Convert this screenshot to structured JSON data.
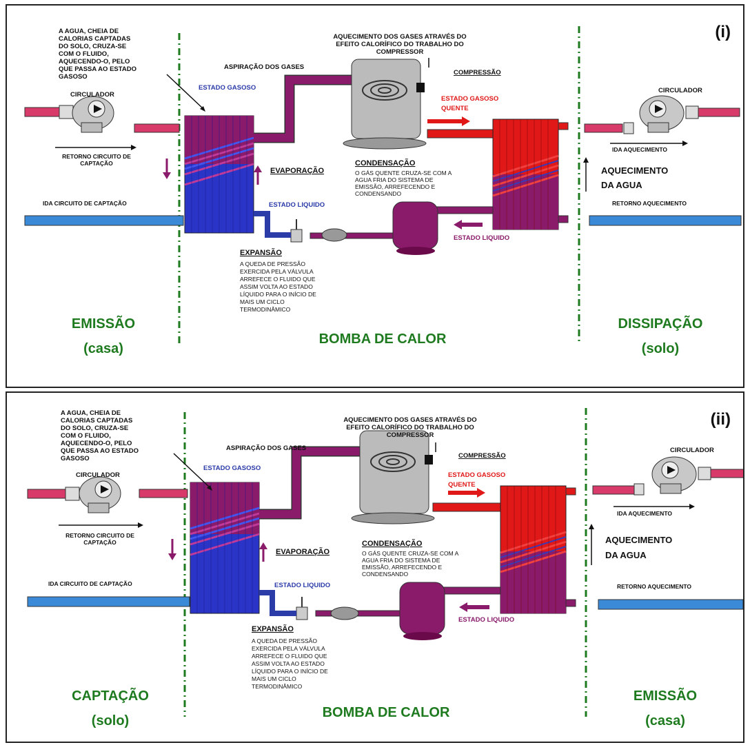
{
  "colors": {
    "green": "#1e7a1e",
    "blue": "#2b3ba8",
    "red": "#e01818",
    "purple": "#8a1a6a",
    "pink": "#d83a6a",
    "pipe_blue": "#3a8ad8"
  },
  "panels": [
    {
      "label": "(i)",
      "water_note": [
        "A AGUA, CHEIA DE",
        "CALORIAS  CAPTADAS",
        "DO SOLO, CRUZA-SE",
        "COM O FLUIDO,",
        "AQUECENDO-O, PELO",
        "QUE PASSA AO ESTADO",
        "GASOSO"
      ],
      "heating_note": [
        "AQUECIMENTO DOS GASES ATRAVÉS DO",
        "EFEITO CALORÍFICO DO TRABALHO DO",
        "COMPRESSOR"
      ],
      "aspiracao": "ASPIRAÇÃO DOS GASES",
      "estado_gasoso_left": "ESTADO GASOSO",
      "compressao": "COMPRESSÃO",
      "estado_gasoso_quente": [
        "ESTADO GASOSO",
        "QUENTE"
      ],
      "circulador_left": "CIRCULADOR",
      "circulador_right": "CIRCULADOR",
      "retorno_captacao": [
        "RETORNO CIRCUITO DE",
        "CAPTAÇÃO"
      ],
      "ida_aquecimento": "IDA AQUECIMENTO",
      "evaporacao": "EVAPORAÇÃO",
      "condensacao": "CONDENSAÇÃO",
      "condensacao_note": [
        "O GÁS QUENTE CRUZA-SE COM A",
        "AGUA FRIA DO SISTEMA DE",
        "EMISSÃO, ARREFECENDO E",
        "CONDENSANDO"
      ],
      "aquecimento_agua": [
        "AQUECIMENTO",
        "DA AGUA"
      ],
      "ida_captacao": "IDA CIRCUITO DE CAPTAÇÃO",
      "estado_liquido_left": "ESTADO LIQUIDO",
      "retorno_aquecimento": "RETORNO AQUECIMENTO",
      "estado_liquido_right": "ESTADO LIQUIDO",
      "expansao": "EXPANSÃO",
      "expansao_note": [
        "A QUEDA DE PRESSÃO",
        "EXERCIDA PELA VÁLVULA",
        "ARREFECE O FLUIDO QUE",
        "ASSIM VOLTA AO ESTADO",
        "LÍQUIDO PARA O INÍCIO DE",
        "MAIS UM CICLO",
        "TERMODINÂMICO"
      ],
      "left_zone": [
        "EMISSÃO",
        "(casa)"
      ],
      "center_title": "BOMBA DE CALOR",
      "right_zone": [
        "DISSIPAÇÃO",
        "(solo)"
      ]
    },
    {
      "label": "(ii)",
      "water_note": [
        "A AGUA, CHEIA DE",
        "CALORIAS  CAPTADAS",
        "DO SOLO, CRUZA-SE",
        "COM O FLUIDO,",
        "AQUECENDO-O, PELO",
        "QUE PASSA AO ESTADO",
        "GASOSO"
      ],
      "heating_note": [
        "AQUECIMENTO DOS GASES ATRAVÉS DO",
        "EFEITO CALORÍFICO DO TRABALHO DO",
        "COMPRESSOR"
      ],
      "aspiracao": "ASPIRAÇÃO DOS GASES",
      "estado_gasoso_left": "ESTADO GASOSO",
      "compressao": "COMPRESSÃO",
      "estado_gasoso_quente": [
        "ESTADO GASOSO",
        "QUENTE"
      ],
      "circulador_left": "CIRCULADOR",
      "circulador_right": "CIRCULADOR",
      "retorno_captacao": [
        "RETORNO CIRCUITO DE",
        "CAPTAÇÃO"
      ],
      "ida_aquecimento": "IDA AQUECIMENTO",
      "evaporacao": "EVAPORAÇÃO",
      "condensacao": "CONDENSAÇÃO",
      "condensacao_note": [
        "O GÁS QUENTE CRUZA-SE COM A",
        "AGUA FRIA DO SISTEMA DE",
        "EMISSÃO, ARREFECENDO E",
        "CONDENSANDO"
      ],
      "aquecimento_agua": [
        "AQUECIMENTO",
        "DA AGUA"
      ],
      "ida_captacao": "IDA CIRCUITO DE CAPTAÇÃO",
      "estado_liquido_left": "ESTADO LIQUIDO",
      "retorno_aquecimento": "RETORNO AQUECIMENTO",
      "estado_liquido_right": "ESTADO LIQUIDO",
      "expansao": "EXPANSÃO",
      "expansao_note": [
        "A QUEDA DE PRESSÃO",
        "EXERCIDA PELA VÁLVULA",
        "ARREFECE O FLUIDO QUE",
        "ASSIM VOLTA AO ESTADO",
        "LÍQUIDO PARA O INÍCIO DE",
        "MAIS UM CICLO",
        "TERMODINÂMICO"
      ],
      "left_zone": [
        "CAPTAÇÃO",
        "(solo)"
      ],
      "center_title": "BOMBA DE CALOR",
      "right_zone": [
        "EMISSÃO",
        "(casa)"
      ]
    }
  ]
}
